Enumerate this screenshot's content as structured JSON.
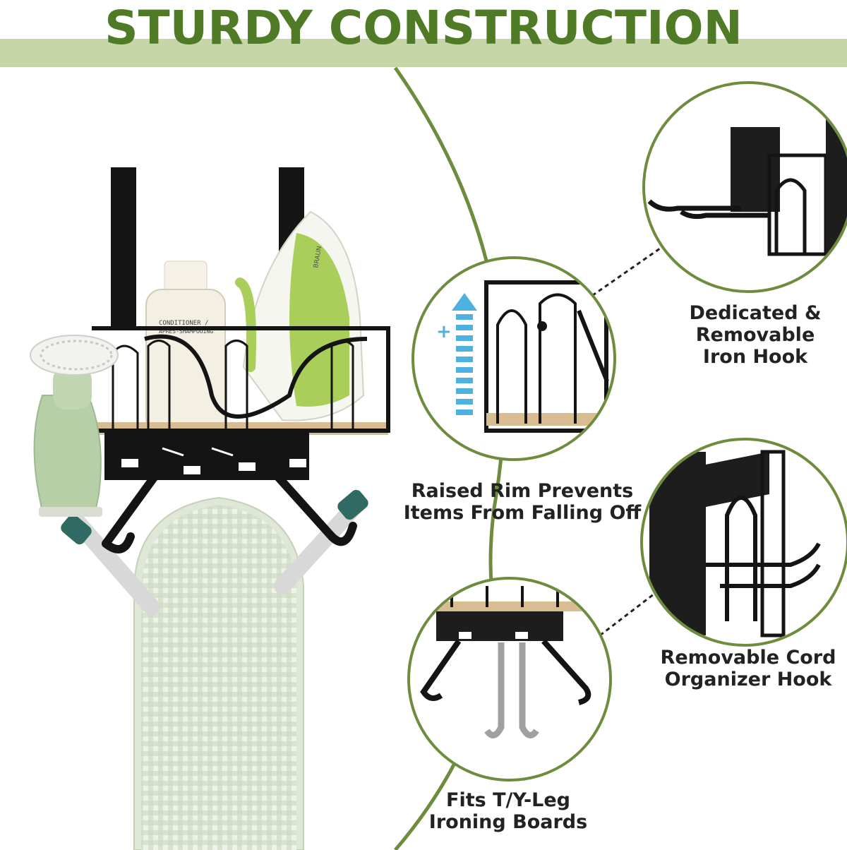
{
  "header": {
    "title": "STURDY CONSTRUCTION"
  },
  "captions": {
    "iron_hook": [
      "Dedicated &",
      "Removable",
      "Iron Hook"
    ],
    "raised_rim": [
      "Raised Rim Prevents",
      "Items From Falling Off"
    ],
    "cord_hook": [
      "Removable Cord",
      "Organizer Hook"
    ],
    "fits": [
      "Fits T/Y-Leg",
      "Ironing Boards"
    ]
  },
  "product_labels": {
    "bottle_line1": "CONDITIONER /",
    "bottle_line2": "APRES-SHAMPOOING",
    "iron_brand": "BRAUN"
  },
  "colors": {
    "brand_green": "#4f7a26",
    "band_green": "#c6d6a8",
    "circle_border": "#6e8c3e",
    "caption_text": "#222222",
    "arrow_blue": "#4fb1e0"
  }
}
